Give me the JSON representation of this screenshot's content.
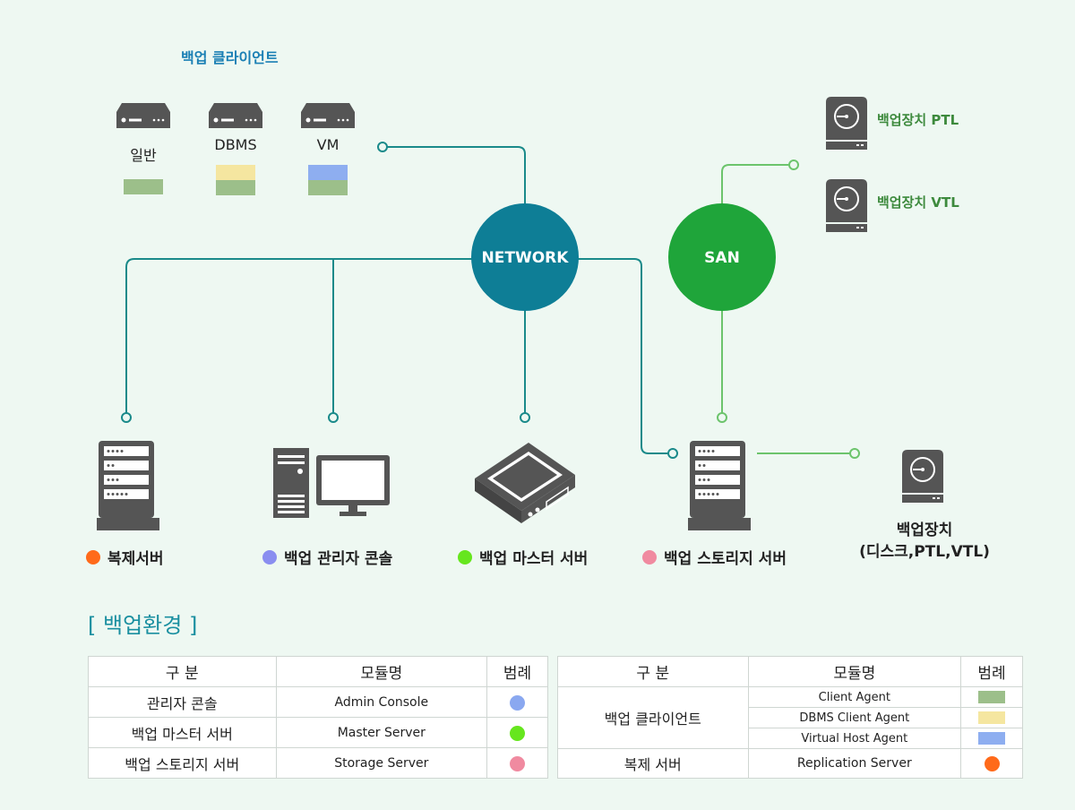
{
  "diagram": {
    "client_group_title": "백업 클라이언트",
    "clients": [
      {
        "label": "일반",
        "swatches": [
          "#9cbf8a"
        ]
      },
      {
        "label": "DBMS",
        "swatches": [
          "#f5e6a0",
          "#9cbf8a"
        ]
      },
      {
        "label": "VM",
        "swatches": [
          "#8eaef0",
          "#9cbf8a"
        ]
      }
    ],
    "network_label": "NETWORK",
    "san_label": "SAN",
    "network_color": "#0e7e96",
    "san_color": "#1fa53a",
    "devices": [
      {
        "label": "백업장치 PTL"
      },
      {
        "label": "백업장치 VTL"
      }
    ],
    "servers": [
      {
        "label": "복제서버",
        "dot_color": "#ff6a1a"
      },
      {
        "label": "백업 관리자 콘솔",
        "dot_color": "#8a8ef0"
      },
      {
        "label": "백업 마스터 서버",
        "dot_color": "#66e61e"
      },
      {
        "label": "백업 스토리지 서버",
        "dot_color": "#f08aa0"
      }
    ],
    "storage_device_label_line1": "백업장치",
    "storage_device_label_line2": "(디스크,PTL,VTL)"
  },
  "section_title": "[ 백업환경 ]",
  "table_left": {
    "headers": [
      "구 분",
      "모듈명",
      "범례"
    ],
    "rows": [
      {
        "category": "관리자 콘솔",
        "module": "Admin Console",
        "color": "#8aa8f0"
      },
      {
        "category": "백업 마스터 서버",
        "module": "Master Server",
        "color": "#66e61e"
      },
      {
        "category": "백업 스토리지 서버",
        "module": "Storage Server",
        "color": "#f08aa0"
      }
    ]
  },
  "table_right": {
    "headers": [
      "구 분",
      "모듈명",
      "범례"
    ],
    "client_category": "백업 클라이언트",
    "client_rows": [
      {
        "module": "Client Agent",
        "color": "#9cbf8a"
      },
      {
        "module": "DBMS Client Agent",
        "color": "#f5e6a0"
      },
      {
        "module": "Virtual Host Agent",
        "color": "#8eaef0"
      }
    ],
    "replication": {
      "category": "복제 서버",
      "module": "Replication Server",
      "color": "#ff6a1a"
    }
  }
}
